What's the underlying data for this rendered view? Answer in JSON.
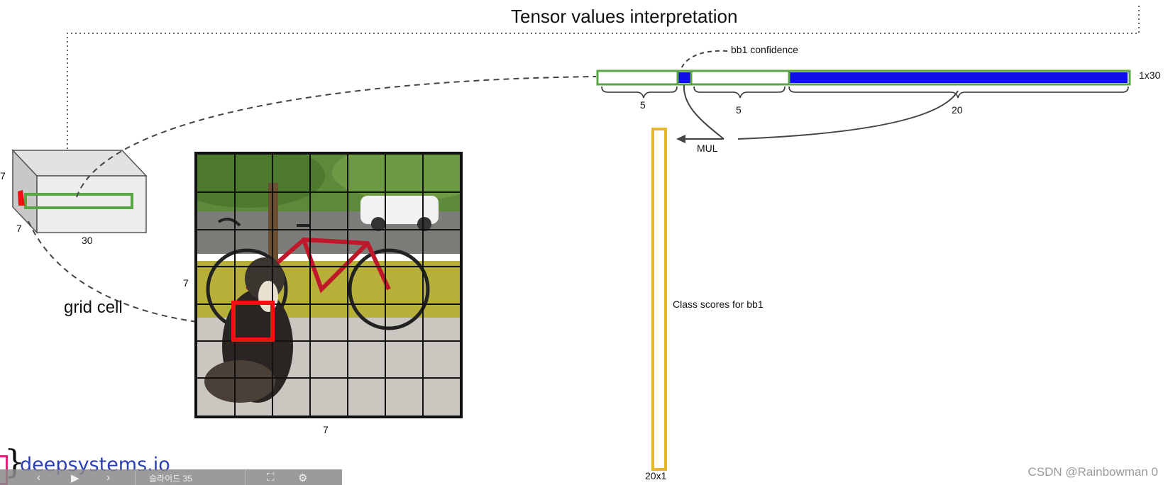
{
  "title": "Tensor values interpretation",
  "labels": {
    "bb1_confidence": "bb1 confidence",
    "dim_1x30": "1x30",
    "seg_a": "5",
    "seg_b": "5",
    "seg_c": "20",
    "mul": "MUL",
    "class_scores": "Class scores for bb1",
    "dim_20x1": "20x1",
    "cube_h": "7",
    "cube_d": "7",
    "cube_w": "30",
    "grid_rows": "7",
    "grid_cols": "7",
    "grid_cell": "grid cell"
  },
  "branding": {
    "site": "deepsystems.io",
    "brace": "}"
  },
  "watermark": "CSDN @Rainbowman 0",
  "player": {
    "label": "슬라이드 35"
  },
  "icons": [
    "prev-icon",
    "play-icon",
    "next-icon",
    "fullscreen-icon",
    "gear-icon"
  ],
  "colors": {
    "green": "#5aa646",
    "blue": "#1010e6",
    "yellow": "#e6b62c",
    "red": "#ee1111",
    "brand": "#2a3fb3"
  }
}
